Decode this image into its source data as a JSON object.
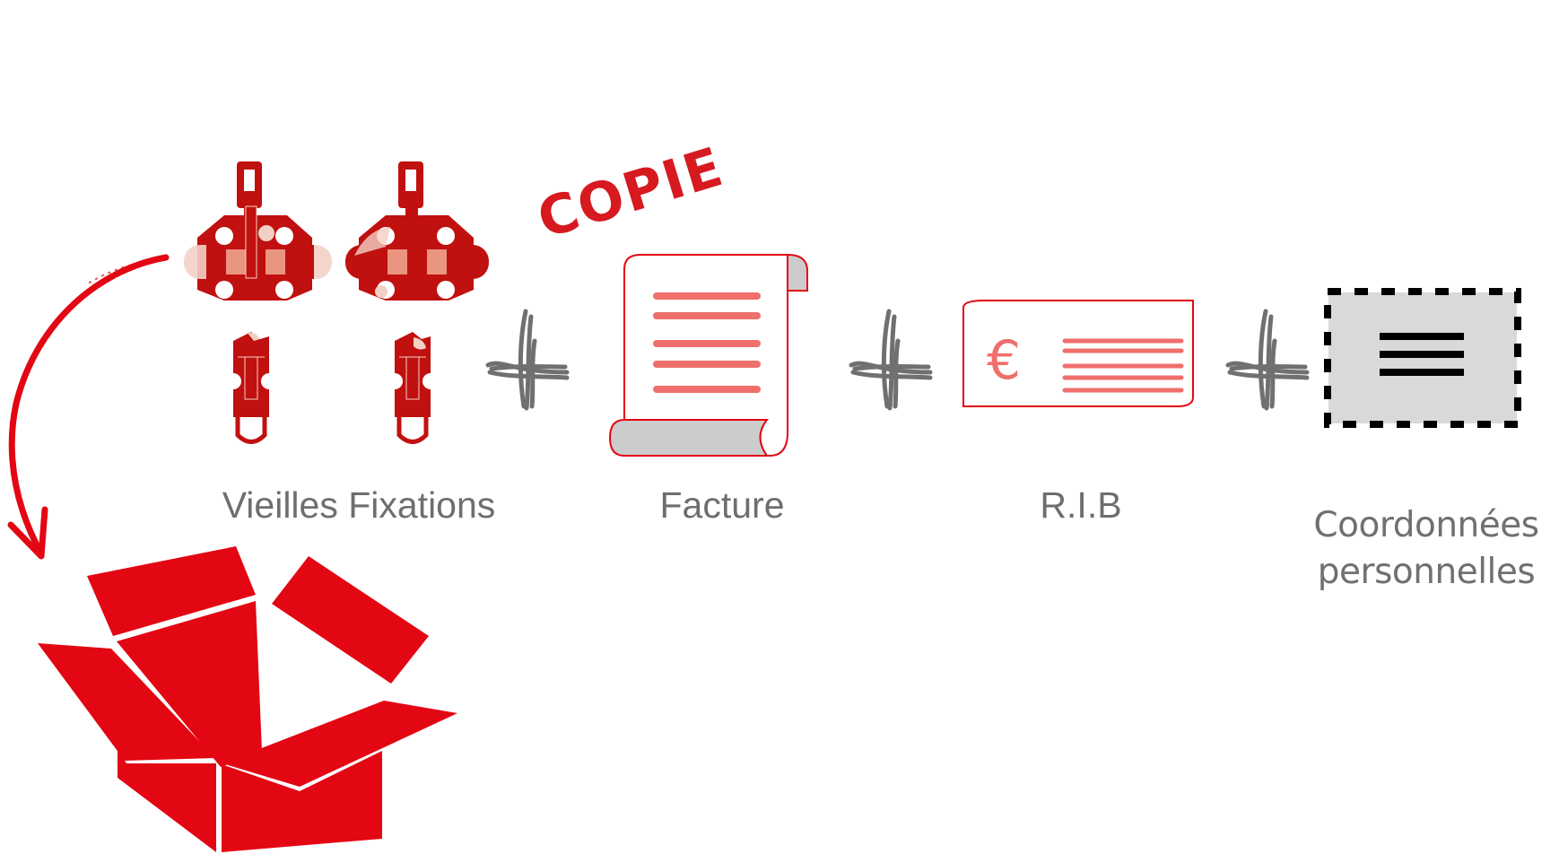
{
  "diagram": {
    "stamp_label": "COPIE",
    "items": [
      {
        "id": "bindings",
        "label": "Vieilles Fixations",
        "icon": "ski-bindings-icon"
      },
      {
        "id": "invoice",
        "label": "Facture",
        "icon": "invoice-scroll-icon"
      },
      {
        "id": "rib",
        "label": "R.I.B",
        "icon": "bank-details-card-icon",
        "currency_symbol": "€"
      },
      {
        "id": "contact",
        "label_line1": "Coordonnées",
        "label_line2": "personnelles",
        "icon": "personal-details-card-icon"
      }
    ],
    "connectors": [
      "plus-icon",
      "plus-icon",
      "plus-icon"
    ],
    "destination": {
      "icon": "open-box-icon"
    },
    "arrow": {
      "icon": "curved-arrow-icon",
      "from": "bindings",
      "to": "box"
    }
  },
  "colors": {
    "brand_red": "#e30613",
    "dark_red": "#c0100f",
    "soft_red": "#ef6f6c",
    "label_gray": "#6e6e6e",
    "plus_gray": "#707070",
    "scroll_gray": "#cccccc",
    "card_gray": "#d9d9d9"
  }
}
